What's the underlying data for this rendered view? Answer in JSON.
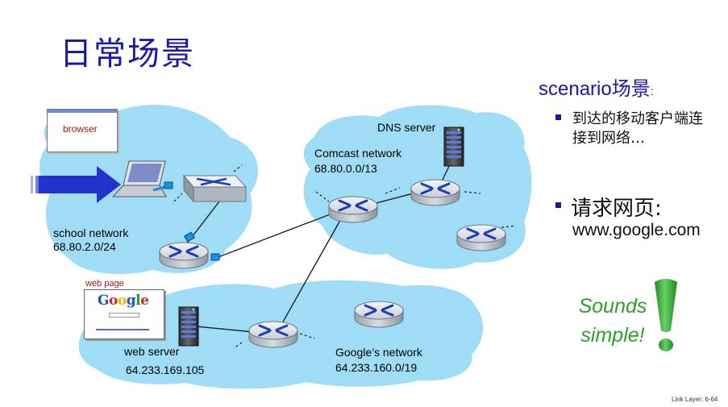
{
  "title": "日常场景",
  "scenario": {
    "heading": "scenario场景",
    "heading_colon": ":",
    "bullets": [
      "到达的移动客户端连接到网络…",
      "请求网页:"
    ],
    "url": "www.google.com",
    "sounds": "Sounds",
    "simple": "simple!"
  },
  "networks": {
    "school": {
      "name": "school network",
      "subnet": "68.80.2.0/24"
    },
    "comcast": {
      "name": "Comcast network",
      "subnet": "68.80.0.0/13"
    },
    "dns": {
      "label": "DNS server"
    },
    "google": {
      "name": "Google’s network",
      "subnet": "64.233.160.0/19"
    },
    "webserver": {
      "name": "web server",
      "ip": "64.233.169.105"
    }
  },
  "browser_label": "browser",
  "webpage_label": "web page",
  "google_logo": "Google",
  "footer": "Link Layer: 6-64",
  "colors": {
    "cloud": "#9fdcf5",
    "title": "#1a1aa6",
    "green": "#2ba02b",
    "label_red": "#b01010"
  }
}
